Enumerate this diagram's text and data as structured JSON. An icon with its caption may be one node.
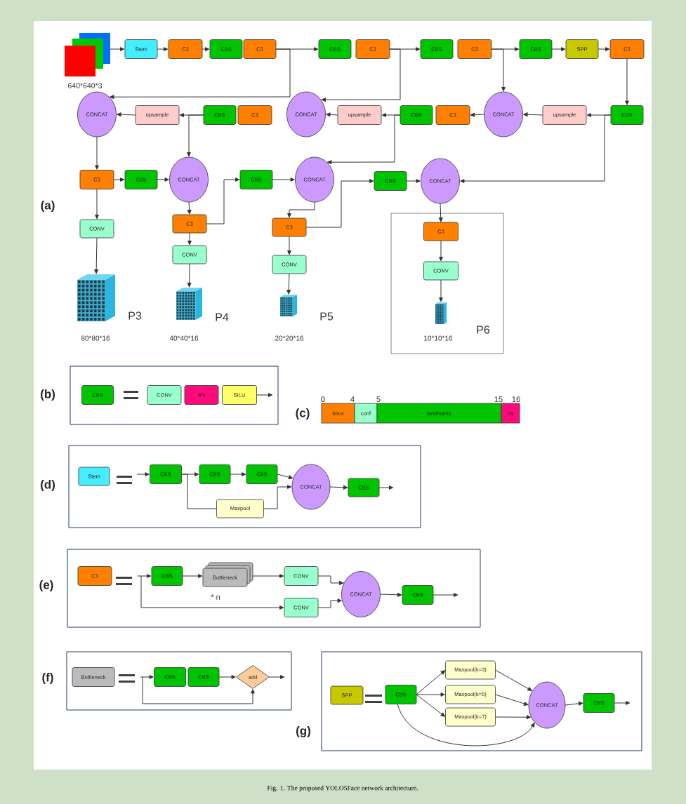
{
  "diagram": {
    "caption": "Fig. 1. The proposed YOLO5Face network architecture.",
    "nodes": [
      {
        "text": [],
        "shape": "picture",
        "beside": [
          "640*640*3"
        ]
      },
      {
        "text": [
          "Stem"
        ]
      },
      {
        "text": [
          "C3"
        ]
      },
      {
        "text": [
          "CBS"
        ]
      },
      {
        "text": [
          "C3"
        ]
      },
      {
        "text": [
          "CBS"
        ]
      },
      {
        "text": [
          "C3"
        ]
      },
      {
        "text": [
          "CBS"
        ]
      },
      {
        "text": [
          "C3"
        ]
      },
      {
        "text": [
          "CBS"
        ]
      },
      {
        "text": [
          "SPP"
        ]
      },
      {
        "text": [
          "C3"
        ]
      },
      {
        "text": [
          "CBS"
        ]
      },
      {
        "text": [
          "upsample"
        ]
      },
      {
        "text": [
          "CONCAT"
        ]
      },
      {
        "text": [
          "C3"
        ]
      },
      {
        "text": [
          "CBS"
        ]
      },
      {
        "text": [
          "upsample"
        ]
      },
      {
        "text": [
          "CONCAT"
        ]
      },
      {
        "text": [
          "C3"
        ]
      },
      {
        "text": [
          "CBS"
        ]
      },
      {
        "text": [
          "upsample"
        ]
      },
      {
        "text": [
          "CONCAT"
        ]
      },
      {
        "text": [
          "C3"
        ]
      },
      {
        "text": [
          "CBS"
        ]
      },
      {
        "text": [
          "CONCAT"
        ]
      },
      {
        "text": [
          "CBS"
        ]
      },
      {
        "text": [
          "CONCAT"
        ]
      },
      {
        "text": [
          "CBS"
        ]
      },
      {
        "text": [
          "CONCAT"
        ]
      },
      {
        "text": [
          "C3"
        ]
      },
      {
        "text": [
          "C3"
        ]
      },
      {
        "text": [],
        "shape": "box"
      },
      {
        "text": [
          "CONV"
        ]
      },
      {
        "text": [
          "CONV"
        ]
      },
      {
        "text": [
          "CONV"
        ]
      },
      {
        "text": [
          "C3"
        ],
        "in": 32
      },
      {
        "text": [
          "CONV"
        ],
        "in": 32
      },
      {
        "text": [],
        "shape": "picture",
        "beside": [
          "P3",
          "80*80*16"
        ]
      },
      {
        "text": [],
        "shape": "picture",
        "beside": [
          "P4",
          "40*40*16"
        ]
      },
      {
        "text": [],
        "shape": "picture",
        "beside": [
          "P5",
          "20*20*16"
        ]
      },
      {
        "text": [],
        "shape": "picture",
        "beside": [
          "P6",
          "10*10*16"
        ],
        "in": 32
      },
      {
        "text": [],
        "shape": "box"
      },
      {
        "text": [
          "CBS"
        ],
        "in": 42
      },
      {
        "text": [
          "CONV"
        ],
        "in": 42
      },
      {
        "text": [
          "BN"
        ],
        "in": 42
      },
      {
        "text": [
          "SILU"
        ],
        "in": 42
      },
      {
        "text": [
          "bbox"
        ]
      },
      {
        "text": [
          "conf"
        ]
      },
      {
        "text": [
          "landmarks"
        ]
      },
      {
        "text": [
          "cls"
        ]
      },
      {
        "text": [],
        "shape": "box"
      },
      {
        "text": [
          "Stem"
        ],
        "in": 51
      },
      {
        "text": [
          "CBS"
        ],
        "in": 51
      },
      {
        "text": [
          "CBS"
        ],
        "in": 51
      },
      {
        "text": [
          "CBS"
        ],
        "in": 51
      },
      {
        "text": [
          "Maxpool"
        ],
        "in": 51
      },
      {
        "text": [
          "CONCAT"
        ],
        "in": 51
      },
      {
        "text": [
          "CBS"
        ],
        "in": 51
      },
      {
        "text": [],
        "shape": "box"
      },
      {
        "text": [
          "C3"
        ],
        "in": 59
      },
      {
        "text": [
          "CBS"
        ],
        "in": 59
      },
      {
        "text": [
          "Bottleneck"
        ],
        "in": 59,
        "beside": [
          "* n"
        ]
      },
      {
        "text": [
          "CONV"
        ],
        "in": 59
      },
      {
        "text": [
          "CONV"
        ],
        "in": 59
      },
      {
        "text": [
          "CONCAT"
        ],
        "in": 59
      },
      {
        "text": [
          "CBS"
        ],
        "in": 59
      },
      {
        "text": [],
        "shape": "box"
      },
      {
        "text": [
          "Bottleneck"
        ],
        "in": 67
      },
      {
        "text": [
          "CBS"
        ],
        "in": 67
      },
      {
        "text": [
          "CBS"
        ],
        "in": 67
      },
      {
        "text": [
          "add"
        ],
        "in": 67
      },
      {
        "text": [],
        "shape": "box"
      },
      {
        "text": [
          "SPP"
        ],
        "in": 72
      },
      {
        "text": [
          "CBS"
        ],
        "in": 72
      },
      {
        "text": [
          "Maxpool(k=3)"
        ],
        "in": 72
      },
      {
        "text": [
          "Maxpool(k=5)"
        ],
        "in": 72
      },
      {
        "text": [
          "Maxpool(k=7)"
        ],
        "in": 72
      },
      {
        "text": [
          "CONCAT"
        ],
        "in": 72
      },
      {
        "text": [
          "CBS"
        ],
        "in": 72
      }
    ],
    "edges": [
      {
        "from": 0,
        "to": 1,
        "arrow": "to"
      },
      {
        "from": 1,
        "to": 2,
        "arrow": "to"
      },
      {
        "from": 2,
        "to": 3,
        "arrow": "to"
      },
      {
        "from": 4,
        "to": 5,
        "arrow": "to"
      },
      {
        "from": 4,
        "to": 22,
        "arrow": "to"
      },
      {
        "from": 6,
        "to": 7,
        "arrow": "to"
      },
      {
        "from": 6,
        "to": 18,
        "arrow": "to"
      },
      {
        "from": 8,
        "to": 9,
        "arrow": "to"
      },
      {
        "from": 8,
        "to": 14,
        "arrow": "to"
      },
      {
        "from": 9,
        "to": 10,
        "arrow": "to"
      },
      {
        "from": 10,
        "to": 11,
        "arrow": "to"
      },
      {
        "from": 11,
        "to": 12,
        "arrow": "to"
      },
      {
        "from": 12,
        "to": 13,
        "arrow": "to"
      },
      {
        "from": 12,
        "to": 29,
        "arrow": "to"
      },
      {
        "from": 13,
        "to": 14,
        "arrow": "to"
      },
      {
        "from": 14,
        "to": 15,
        "arrow": "to"
      },
      {
        "from": 16,
        "to": 17,
        "arrow": "to"
      },
      {
        "from": 16,
        "to": 27,
        "arrow": "to"
      },
      {
        "from": 17,
        "to": 18,
        "arrow": "to"
      },
      {
        "from": 20,
        "to": 21,
        "arrow": "to"
      },
      {
        "from": 20,
        "to": 25,
        "arrow": "to"
      },
      {
        "from": 21,
        "to": 22,
        "arrow": "to"
      },
      {
        "from": 22,
        "to": 23,
        "arrow": "to"
      },
      {
        "from": 23,
        "to": 24,
        "arrow": "to"
      },
      {
        "from": 24,
        "to": 25,
        "arrow": "to"
      },
      {
        "from": 23,
        "to": 33,
        "arrow": "to"
      },
      {
        "from": 25,
        "to": 30,
        "arrow": "to"
      },
      {
        "from": 30,
        "to": 26,
        "arrow": "to"
      },
      {
        "from": 26,
        "to": 27,
        "arrow": "to"
      },
      {
        "from": 27,
        "to": 31,
        "arrow": "to"
      },
      {
        "from": 31,
        "to": 28,
        "arrow": "to"
      },
      {
        "from": 28,
        "to": 29,
        "arrow": "to"
      },
      {
        "from": 29,
        "to": 36,
        "arrow": "to"
      },
      {
        "from": 30,
        "to": 34,
        "arrow": "to"
      },
      {
        "from": 31,
        "to": 35,
        "arrow": "to"
      },
      {
        "from": 36,
        "to": 37,
        "arrow": "to"
      },
      {
        "from": 33,
        "to": 38,
        "arrow": "to"
      },
      {
        "from": 34,
        "to": 39,
        "arrow": "to"
      },
      {
        "from": 35,
        "to": 40,
        "arrow": "to"
      },
      {
        "from": 37,
        "to": 41,
        "arrow": "to"
      },
      {
        "from": 46,
        "to": null,
        "arrow": "to"
      },
      {
        "from": null,
        "to": 53,
        "arrow": "to"
      },
      {
        "from": 53,
        "to": 54,
        "arrow": "to"
      },
      {
        "from": 54,
        "to": 55,
        "arrow": "to"
      },
      {
        "from": 55,
        "to": 57,
        "arrow": "to"
      },
      {
        "from": 53,
        "to": 56,
        "arrow": "none"
      },
      {
        "from": 56,
        "to": 57,
        "arrow": "to"
      },
      {
        "from": 57,
        "to": 58,
        "arrow": "to"
      },
      {
        "from": 58,
        "to": null,
        "arrow": "to"
      },
      {
        "from": null,
        "to": 61,
        "arrow": "to"
      },
      {
        "from": 61,
        "to": 62,
        "arrow": "to"
      },
      {
        "from": 62,
        "to": 63,
        "arrow": "to"
      },
      {
        "from": 63,
        "to": 65,
        "arrow": "to"
      },
      {
        "from": null,
        "to": 64,
        "arrow": "to"
      },
      {
        "from": 64,
        "to": 65,
        "arrow": "to"
      },
      {
        "from": 65,
        "to": 66,
        "arrow": "to"
      },
      {
        "from": 66,
        "to": null,
        "arrow": "to"
      },
      {
        "from": null,
        "to": 69,
        "arrow": "to"
      },
      {
        "from": 70,
        "to": 71,
        "arrow": "to"
      },
      {
        "from": 71,
        "to": null,
        "arrow": "to"
      },
      {
        "from": null,
        "to": 71,
        "arrow": "to"
      },
      {
        "from": 74,
        "to": 75,
        "arrow": "to"
      },
      {
        "from": 74,
        "to": 76,
        "arrow": "to"
      },
      {
        "from": 74,
        "to": 77,
        "arrow": "to"
      },
      {
        "from": 74,
        "to": 78,
        "arrow": "to"
      },
      {
        "from": 75,
        "to": 78,
        "arrow": "to"
      },
      {
        "from": 76,
        "to": 78,
        "arrow": "to"
      },
      {
        "from": 77,
        "to": 78,
        "arrow": "to"
      },
      {
        "from": 78,
        "to": 79,
        "arrow": "to"
      },
      {
        "from": 79,
        "to": null,
        "arrow": "to"
      }
    ],
    "labels": [
      "(a)",
      "(b)",
      "(c)",
      "0",
      "4",
      "5",
      "15",
      "16",
      "(d)",
      "(e)",
      "(f)",
      "(g)"
    ]
  }
}
